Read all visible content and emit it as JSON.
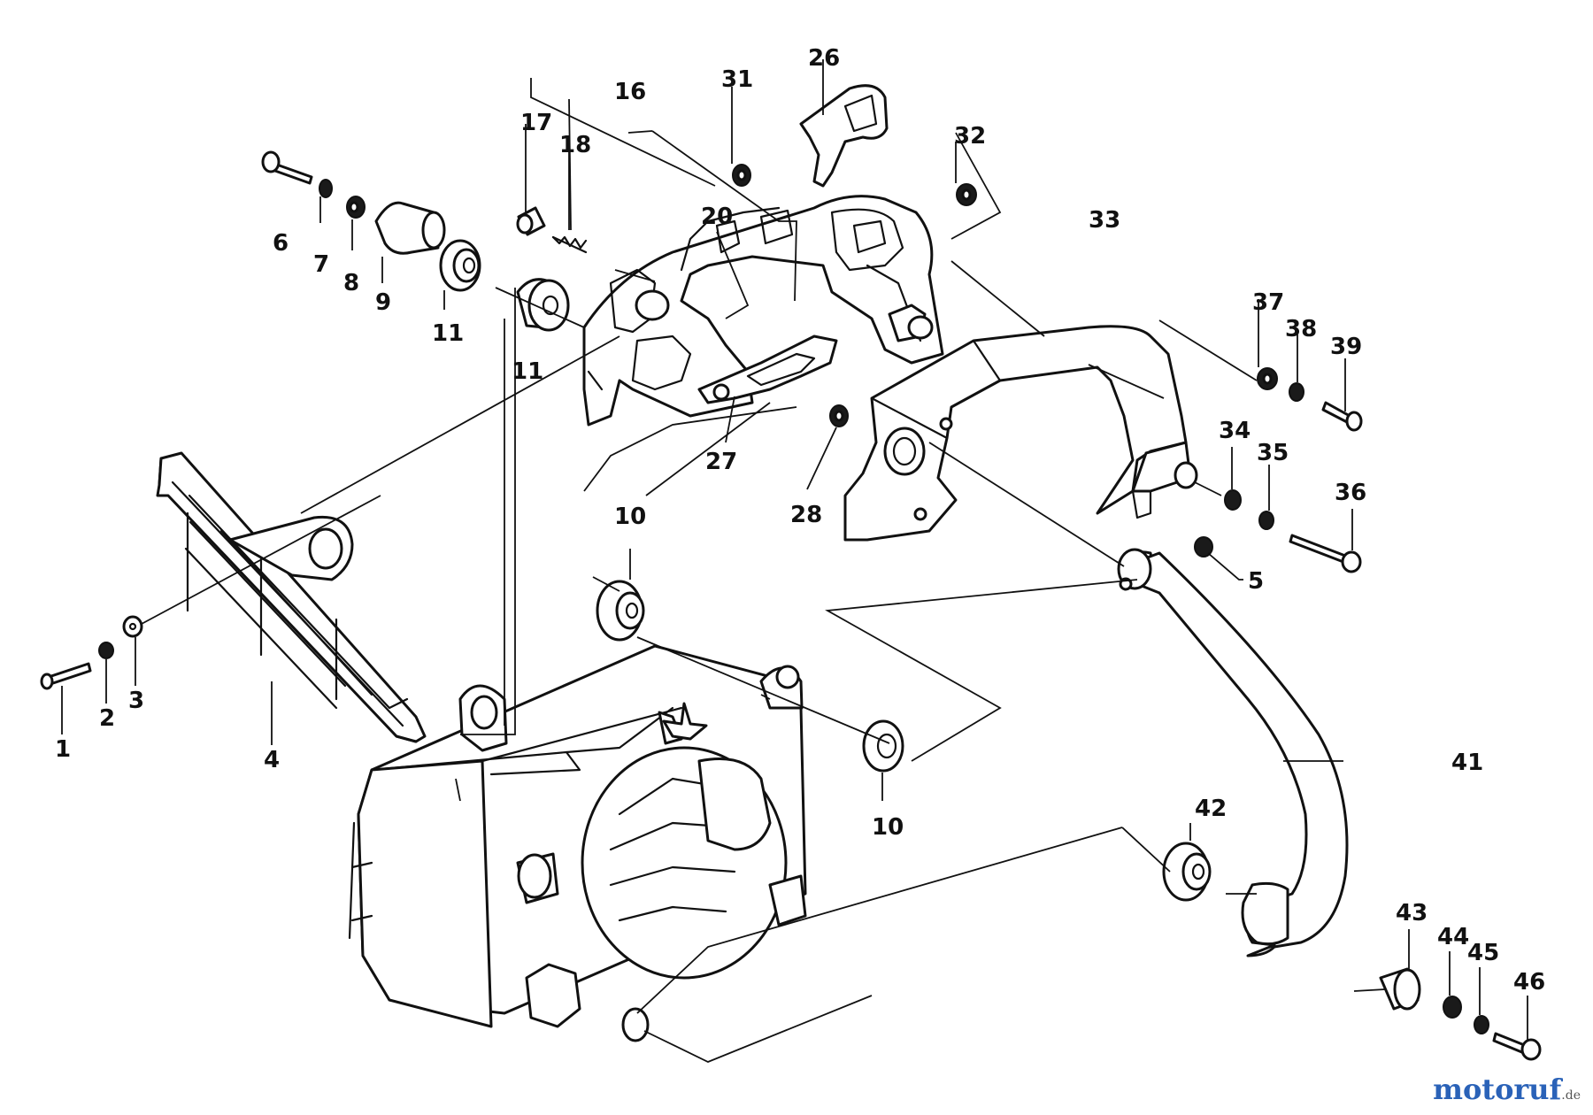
{
  "diagram": {
    "callouts": {
      "c1": "1",
      "c2": "2",
      "c3": "3",
      "c4": "4",
      "c5": "5",
      "c6": "6",
      "c7": "7",
      "c8": "8",
      "c9": "9",
      "c10a": "10",
      "c10b": "10",
      "c11a": "11",
      "c11b": "11",
      "c16": "16",
      "c17": "17",
      "c18": "18",
      "c20": "20",
      "c26": "26",
      "c27": "27",
      "c28": "28",
      "c31": "31",
      "c32": "32",
      "c33": "33",
      "c34": "34",
      "c35": "35",
      "c36": "36",
      "c37": "37",
      "c38": "38",
      "c39": "39",
      "c41": "41",
      "c42": "42",
      "c43": "43",
      "c44": "44",
      "c45": "45",
      "c46": "46"
    }
  },
  "watermark": {
    "main": "motoruf",
    "tld": ".de"
  }
}
